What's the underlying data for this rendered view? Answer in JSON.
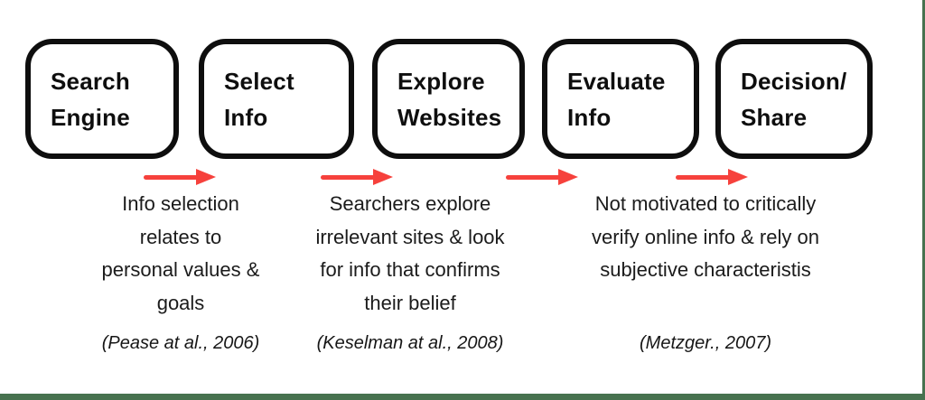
{
  "colors": {
    "arrow_red": "#f6413c",
    "frame_green": "#47724f",
    "box_border": "#0e0e0e"
  },
  "steps": [
    {
      "label_line1": "Search",
      "label_line2": "Engine"
    },
    {
      "label_line1": "Select",
      "label_line2": "Info"
    },
    {
      "label_line1": "Explore",
      "label_line2": "Websites"
    },
    {
      "label_line1": "Evaluate",
      "label_line2": "Info"
    },
    {
      "label_line1": "Decision/",
      "label_line2": "Share"
    }
  ],
  "annotations": [
    {
      "lines": [
        "Info selection",
        "relates to",
        "personal values &",
        "goals"
      ],
      "citation": "(Pease at al., 2006)"
    },
    {
      "lines": [
        "Searchers explore",
        "irrelevant sites & look",
        "for info that confirms",
        "their belief"
      ],
      "citation": "(Keselman at al., 2008)"
    },
    {
      "lines": [
        "Not motivated to critically",
        "verify online info & rely on",
        "subjective characteristis"
      ],
      "citation": "(Metzger., 2007)"
    }
  ]
}
